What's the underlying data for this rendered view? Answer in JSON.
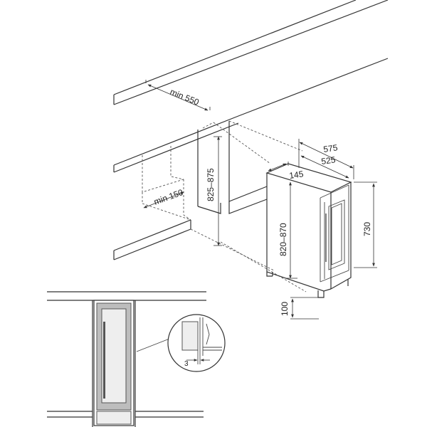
{
  "dimensions": {
    "min_depth": "min 550",
    "niche_height": "825–875",
    "min_vent": "min 150",
    "depth_total": "575",
    "depth_body": "525",
    "width": "145",
    "height_range": "820–870",
    "height": "730",
    "plinth": "100",
    "gap": "3"
  },
  "colors": {
    "line": "#333333",
    "panel": "#eeeeee",
    "door_frame": "#bdbdbd"
  }
}
